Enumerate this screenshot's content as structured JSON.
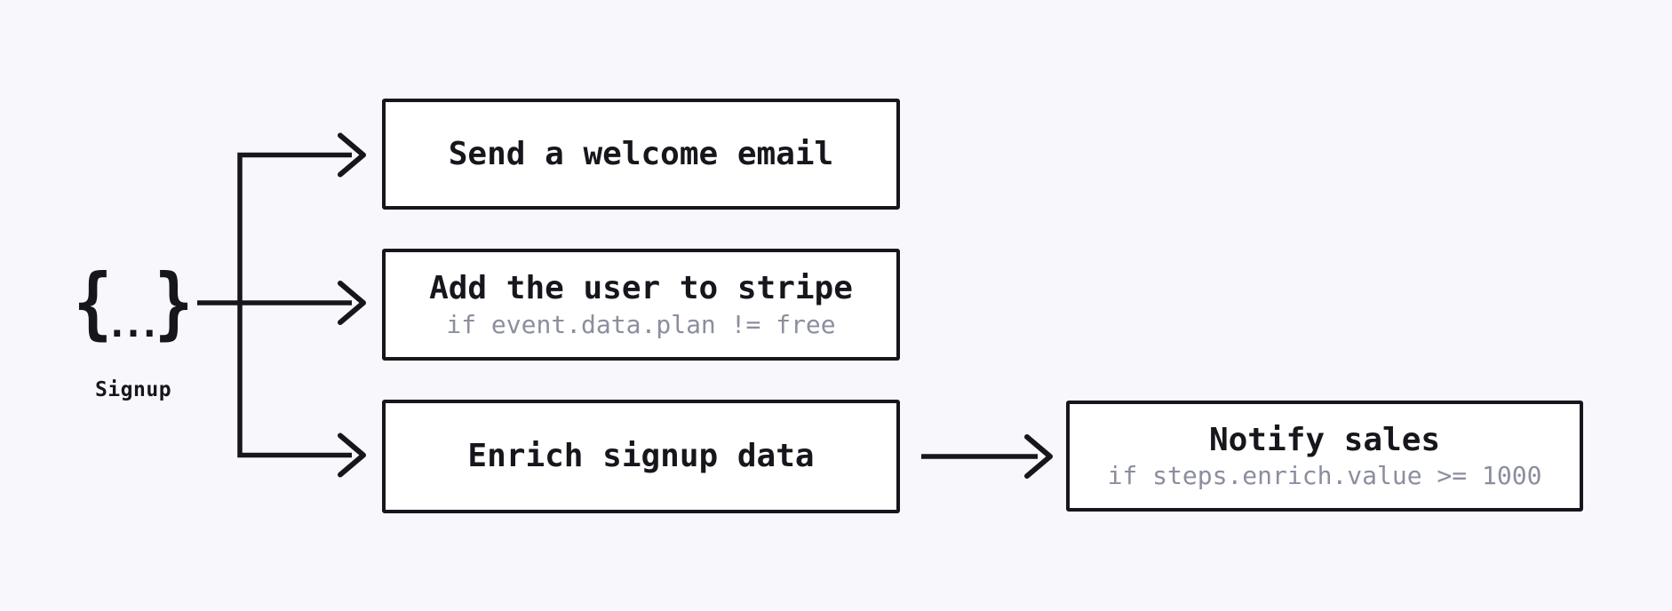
{
  "diagram": {
    "type": "workflow-fanout",
    "colors": {
      "background": "#f8f8fc",
      "ink": "#16161d",
      "node_background": "#ffffff",
      "condition_text": "#8b8e9e"
    },
    "trigger": {
      "icon": "curly-braces-event-icon",
      "symbol": "{...}",
      "brace_left": "{",
      "dots": "...",
      "brace_right": "}",
      "label": "Signup"
    },
    "nodes": [
      {
        "id": "send-welcome-email",
        "title": "Send a welcome email",
        "condition": ""
      },
      {
        "id": "add-user-to-stripe",
        "title": "Add the user to stripe",
        "condition": "if event.data.plan != free"
      },
      {
        "id": "enrich-signup-data",
        "title": "Enrich signup data",
        "condition": ""
      },
      {
        "id": "notify-sales",
        "title": "Notify sales",
        "condition": "if steps.enrich.value >= 1000"
      }
    ],
    "edges": [
      {
        "from": "signup-trigger",
        "to": "send-welcome-email"
      },
      {
        "from": "signup-trigger",
        "to": "add-user-to-stripe"
      },
      {
        "from": "signup-trigger",
        "to": "enrich-signup-data"
      },
      {
        "from": "enrich-signup-data",
        "to": "notify-sales"
      }
    ]
  }
}
